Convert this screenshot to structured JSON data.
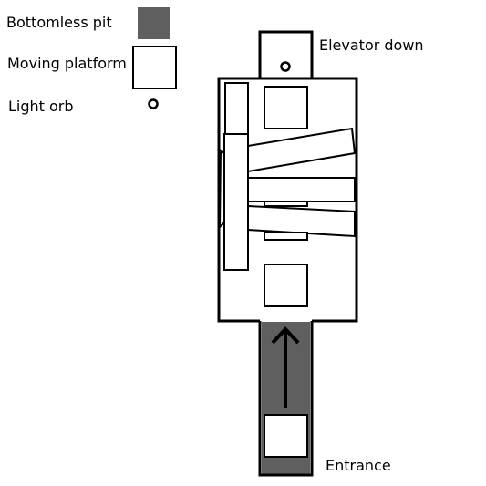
{
  "legend": {
    "pit_label": "Bottomless pit",
    "platform_label": "Moving platform",
    "orb_label": "Light orb"
  },
  "map": {
    "elevator_label": "Elevator down",
    "entrance_label": "Entrance"
  },
  "colors": {
    "pit": "#5f5f5f",
    "wall": "#000000",
    "floor": "#ffffff"
  },
  "icons": {
    "orb": "light-orb-icon",
    "arrow": "up-arrow-icon"
  }
}
